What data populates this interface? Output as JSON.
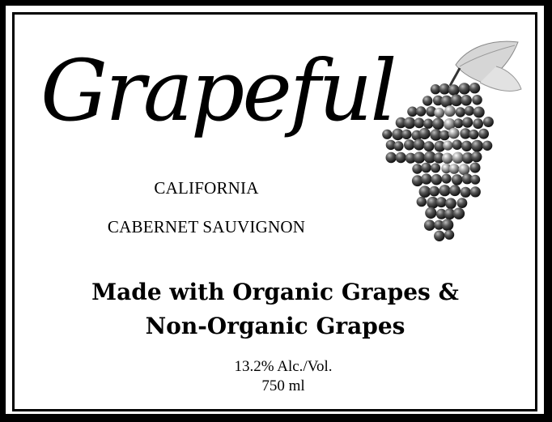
{
  "label": {
    "brand": "Grapeful",
    "region": "CALIFORNIA",
    "varietal": "CABERNET SAUVIGNON",
    "claim_line1": "Made with Organic Grapes &",
    "claim_line2": "Non-Organic Grapes",
    "alcohol": "13.2% Alc./Vol.",
    "volume": "750 ml"
  },
  "images": {
    "grapes": "grape-cluster-image"
  }
}
